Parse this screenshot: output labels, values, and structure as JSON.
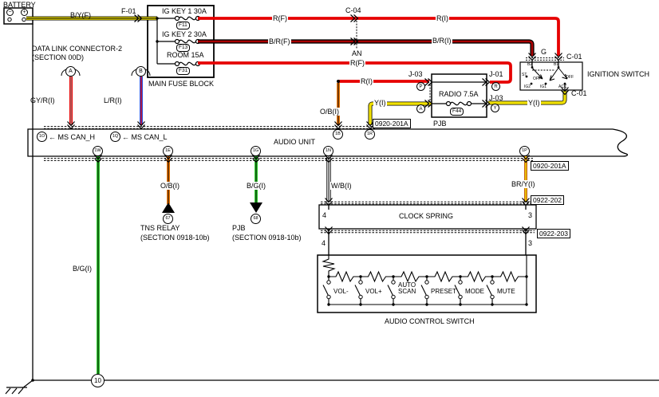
{
  "colors": {
    "red": "#e60000",
    "dark_red": "#aa0000",
    "yellow": "#f0e000",
    "orange": "#f07800",
    "green": "#2ecc2e",
    "blue": "#2b50e0",
    "brown": "#c76114",
    "gray": "#9a9a9a"
  },
  "battery": {
    "label": "BATTERY",
    "minus": "−",
    "plus": "+"
  },
  "main_fuse_block": {
    "label": "MAIN FUSE BLOCK",
    "fuses": [
      {
        "name": "IG KEY 1 30A",
        "id": "F11"
      },
      {
        "name": "IG KEY 2 30A",
        "id": "F13"
      },
      {
        "name": "ROOM 15A",
        "id": "F31"
      }
    ]
  },
  "connectors": {
    "f01": "F-01",
    "c04": "C-04",
    "an": "AN",
    "g": "G",
    "c01_top": "C-01",
    "c01_bottom": "C-01",
    "j03_left": "J-03",
    "j01": "J-01",
    "j03_right": "J-03",
    "ref_0920_201a_top": "0920-201A",
    "ref_0920_201a_right": "0920-201A",
    "ref_0922_202": "0922-202",
    "ref_0922_203": "0922-203"
  },
  "wire_labels": {
    "battery_feed": "B/Y(F)",
    "ig1_feed": "R(F)",
    "ig1_cabin": "R(I)",
    "ig2_feed": "B/R(F)",
    "ig2_cabin": "B/R(I)",
    "room_feed": "R(F)",
    "radio_backup": "R(I)",
    "dlc_can_h": "GY/R(I)",
    "dlc_can_l": "L/R(I)",
    "acc_left": "Y(I)",
    "acc_right": "Y(I)",
    "backup_drop": "O/B(I)",
    "illumination": "O/B(I)",
    "pjb_drop": "B/G(I)",
    "switch_signal": "W/B(I)",
    "switch_return": "BR/Y(I)",
    "ground_wire": "B/G(I)"
  },
  "dlc2": {
    "title": "DATA LINK CONNECTOR-2",
    "subtitle": "(SECTION 00D)",
    "pin_a": "A",
    "pin_b": "B"
  },
  "ignition_switch": {
    "label": "IGNITION SWITCH",
    "b2": "B2",
    "b1": "B1",
    "st": "ST",
    "ig2": "IG2",
    "ig1": "IG1",
    "acc": "ACC",
    "off1": "OFF",
    "off2": "OFF"
  },
  "pjb": {
    "label": "PJB",
    "fuse_name": "RADIO 7.5A",
    "fuse_id": "F44",
    "pin_p": "P",
    "pin_r": "R",
    "pin_a": "A",
    "pin_y": "Y"
  },
  "audio_unit": {
    "label": "AUDIO UNIT",
    "pin_1o": "1O",
    "can_h": "← MS CAN_H",
    "pin_1q": "1Q",
    "can_l": "← MS CAN_L",
    "pin_1b": "1B",
    "pin_1r": "1R",
    "pin_1w": "1W",
    "pin_1e": "1E",
    "pin_1g": "1G",
    "pin_1n": "1N",
    "pin_1p": "1P"
  },
  "tns_relay": {
    "pin": "67",
    "title": "TNS RELAY",
    "section": "(SECTION 0918-10b)"
  },
  "pjb_junction": {
    "pin": "68",
    "title": "PJB",
    "section": "(SECTION 0918-10b)"
  },
  "clock_spring": {
    "label": "CLOCK SPRING",
    "pin4_top": "4",
    "pin3_top": "3",
    "pin4_bottom": "4",
    "pin3_bottom": "3"
  },
  "audio_control_switch": {
    "label": "AUDIO CONTROL SWITCH",
    "buttons": [
      "VOL-",
      "VOL+",
      "AUTO SCAN",
      "PRESET",
      "MODE",
      "MUTE"
    ]
  },
  "ground": {
    "pin": "10"
  }
}
